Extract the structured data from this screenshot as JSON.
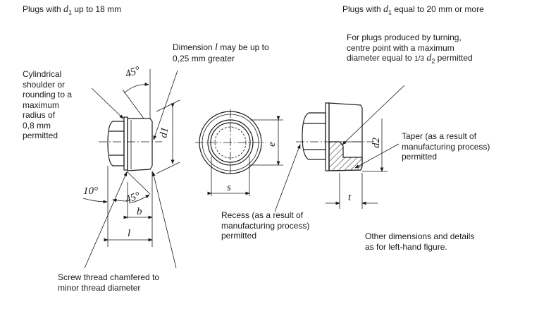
{
  "headings": {
    "left": {
      "prefix": "Plugs with ",
      "var": "d",
      "sub": "1",
      "suffix": " up to 18 mm"
    },
    "right": {
      "prefix": "Plugs with ",
      "var": "d",
      "sub": "1",
      "suffix": " equal to 20 mm or more"
    }
  },
  "notes": {
    "cylindrical": [
      "Cylindrical",
      "shoulder or",
      "rounding to a",
      "maximum",
      "radius of",
      "0,8 mm",
      "permitted"
    ],
    "dimension_l": {
      "line1_prefix": "Dimension ",
      "line1_var": "l",
      "line1_suffix": " may be up to",
      "line2": "0,25 mm greater"
    },
    "turning": {
      "line1": "For plugs produced by turning,",
      "line2": "centre point with a maximum",
      "line3_prefix": "diameter equal to ",
      "fraction": "1/3",
      "var": "d",
      "sub": "2",
      "line3_suffix": " permitted"
    },
    "taper": [
      "Taper (as a result of",
      "manufacturing process)",
      "permitted"
    ],
    "recess": [
      "Recess (as a result of",
      "manufacturing process)",
      "permitted"
    ],
    "other": [
      "Other dimensions and details",
      "as for left-hand figure."
    ],
    "screw_thread": [
      "Screw thread chamfered to",
      "minor thread diameter"
    ]
  },
  "dimensions": {
    "angle_top": "45°",
    "angle_bottom": "45°",
    "angle_10": "10°",
    "d1": "d1",
    "b": "b",
    "l": "l",
    "s": "s",
    "e": "e",
    "d2": "d2",
    "t": "t"
  }
}
